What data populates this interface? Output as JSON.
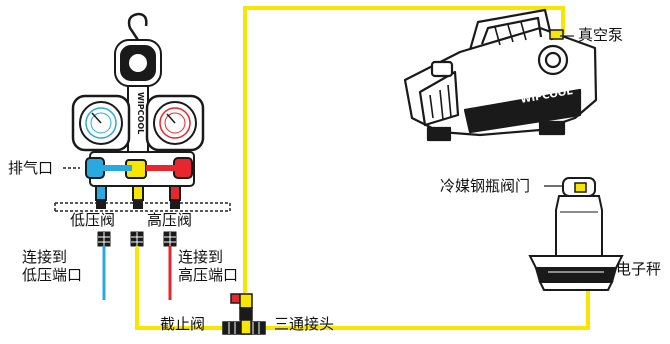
{
  "labels": {
    "vacuum_pump": "真空泵",
    "exhaust_port": "排气口",
    "low_valve": "低压阀",
    "high_valve": "高压阀",
    "connect_low_line1": "连接到",
    "connect_low_line2": "低压端口",
    "connect_high_line1": "连接到",
    "connect_high_line2": "高压端口",
    "refrigerant_valve": "冷媒钢瓶阀门",
    "electronic_scale": "电子秤",
    "shutoff_valve": "截止阀",
    "tee_fitting": "三通接头"
  },
  "branding": {
    "manifold_text": "WIPCOOL",
    "pump_text": "WIPCOOL"
  },
  "colors": {
    "hose_yellow": "#f7e600",
    "hose_blue": "#29a9e0",
    "hose_red": "#e8262d",
    "dashed_line": "#222222",
    "outline": "#1a1a1a"
  }
}
